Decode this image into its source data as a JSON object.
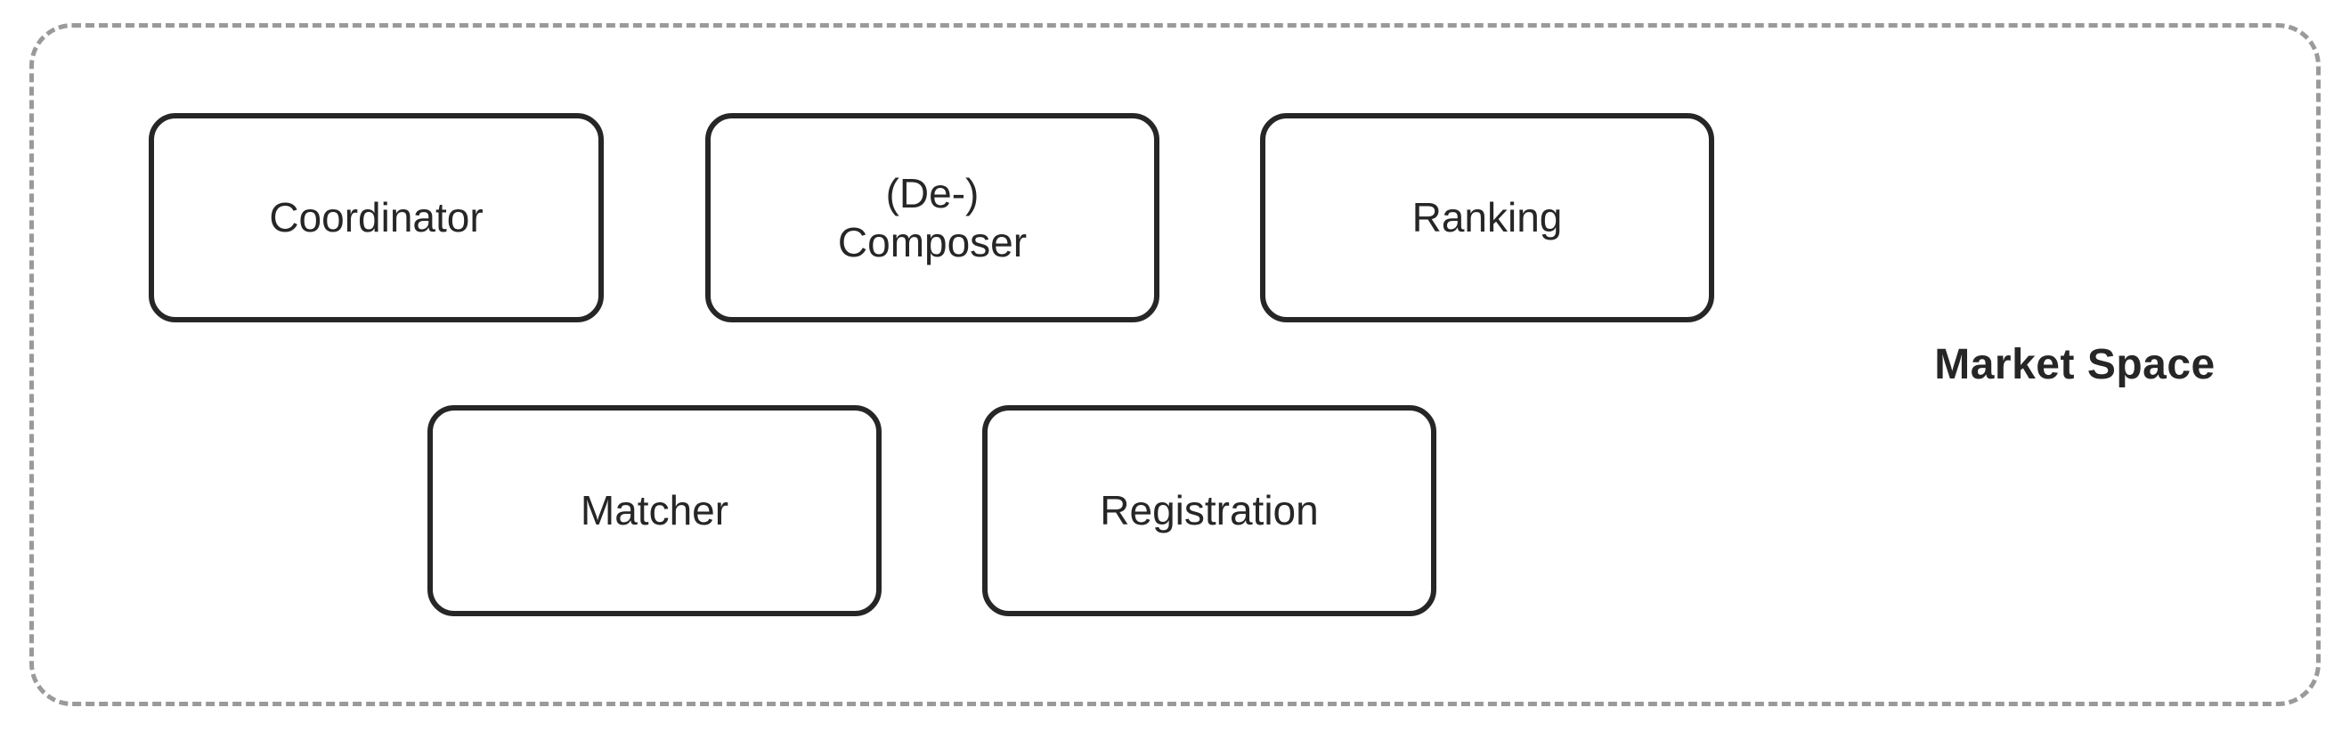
{
  "diagram": {
    "title": "Market Space",
    "container": {
      "label": "Market Space",
      "border_style": "dashed",
      "border_color": "#9a9a9a"
    },
    "box_style": {
      "border_color": "#262626",
      "fill_color": "#ffffff",
      "text_color": "#262626"
    },
    "rows": [
      {
        "boxes": [
          {
            "label": "Coordinator"
          },
          {
            "label": "(De-)\nComposer"
          },
          {
            "label": "Ranking"
          }
        ]
      },
      {
        "boxes": [
          {
            "label": "Matcher"
          },
          {
            "label": "Registration"
          }
        ]
      }
    ]
  }
}
